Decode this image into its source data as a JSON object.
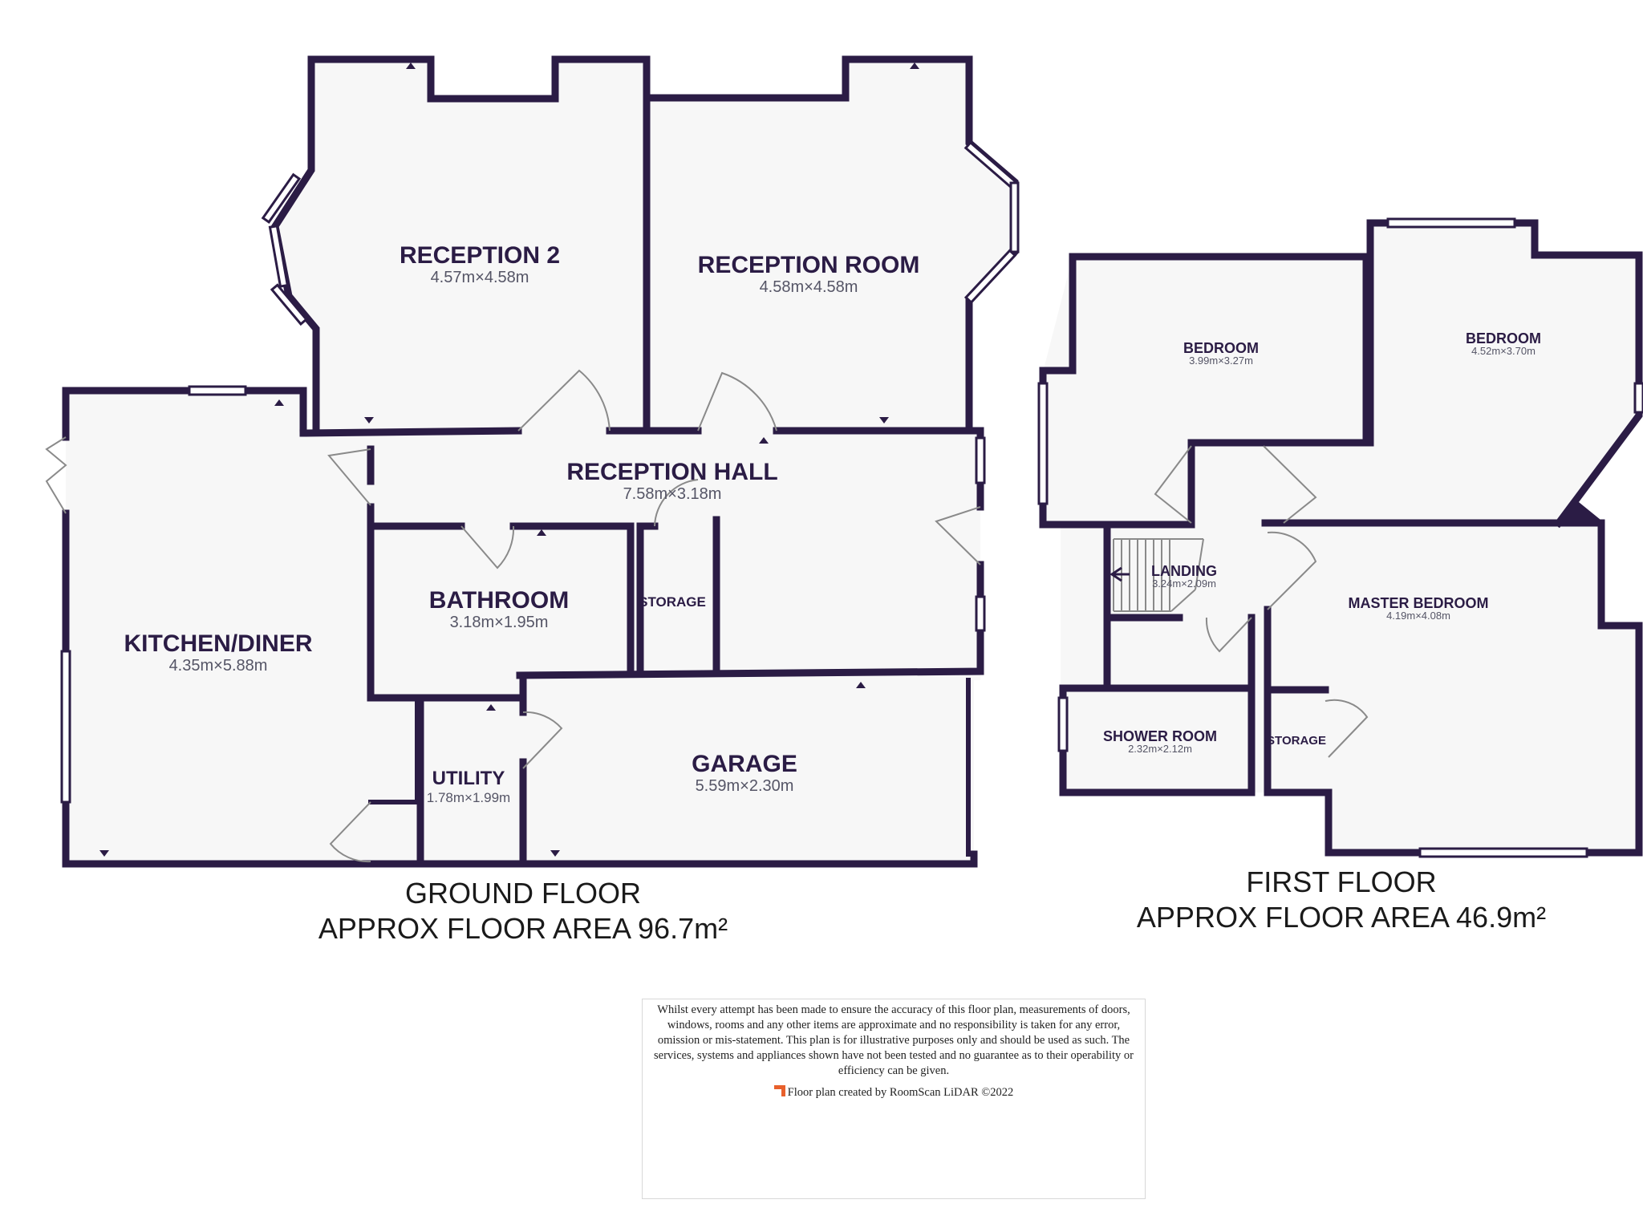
{
  "ground_floor": {
    "title": "GROUND FLOOR",
    "area": "APPROX FLOOR AREA 96.7m²",
    "rooms": [
      {
        "id": "reception2",
        "name": "RECEPTION 2",
        "dims": "4.57m×4.58m"
      },
      {
        "id": "reception-room",
        "name": "RECEPTION ROOM",
        "dims": "4.58m×4.58m"
      },
      {
        "id": "reception-hall",
        "name": "RECEPTION HALL",
        "dims": "7.58m×3.18m"
      },
      {
        "id": "kitchen",
        "name": "KITCHEN/DINER",
        "dims": "4.35m×5.88m"
      },
      {
        "id": "bathroom",
        "name": "BATHROOM",
        "dims": "3.18m×1.95m"
      },
      {
        "id": "storage",
        "name": "STORAGE",
        "dims": ""
      },
      {
        "id": "utility",
        "name": "UTILITY",
        "dims": "1.78m×1.99m"
      },
      {
        "id": "garage",
        "name": "GARAGE",
        "dims": "5.59m×2.30m"
      }
    ]
  },
  "first_floor": {
    "title": "FIRST FLOOR",
    "area": "APPROX FLOOR AREA 46.9m²",
    "rooms": [
      {
        "id": "bedroom-a",
        "name": "BEDROOM",
        "dims": "3.99m×3.27m"
      },
      {
        "id": "bedroom-b",
        "name": "BEDROOM",
        "dims": "4.52m×3.70m"
      },
      {
        "id": "landing",
        "name": "LANDING",
        "dims": "3.24m×2.09m"
      },
      {
        "id": "master",
        "name": "MASTER BEDROOM",
        "dims": "4.19m×4.08m"
      },
      {
        "id": "shower",
        "name": "SHOWER ROOM",
        "dims": "2.32m×2.12m"
      },
      {
        "id": "storage-ff",
        "name": "STORAGE",
        "dims": ""
      }
    ]
  },
  "disclaimer": "Whilst every attempt has been made to ensure the accuracy of this floor plan, measurements of doors, windows, rooms and any other items are approximate and no responsibility is taken for any error, omission or mis-statement. This plan is for illustrative purposes only and should be used as such. The services, systems and appliances shown have not been tested and no guarantee as to their operability or efficiency can be given.",
  "credit": "Floor plan created by RoomScan LiDAR ©2022",
  "colors": {
    "wall": "#2b1c45",
    "floor": "#f7f7f7",
    "credit_accent": "#e8602c"
  }
}
